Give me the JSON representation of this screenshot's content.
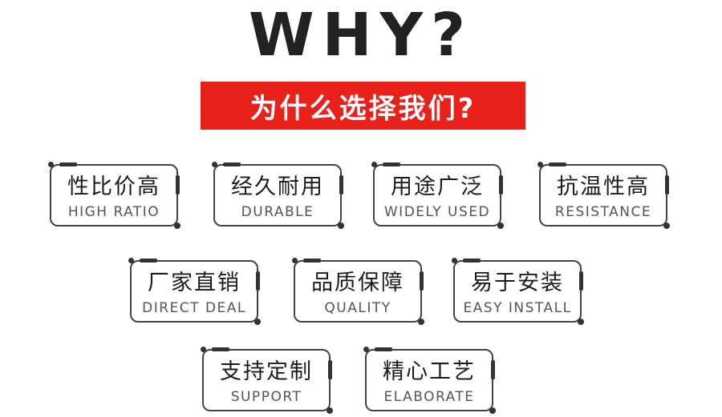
{
  "header": {
    "title": "WHY?",
    "banner": "为什么选择我们?"
  },
  "features": [
    {
      "cn": "性比价高",
      "en": "HIGH RATIO"
    },
    {
      "cn": "经久耐用",
      "en": "DURABLE"
    },
    {
      "cn": "用途广泛",
      "en": "WIDELY USED"
    },
    {
      "cn": "抗温性高",
      "en": "RESISTANCE"
    },
    {
      "cn": "厂家直销",
      "en": "DIRECT DEAL"
    },
    {
      "cn": "品质保障",
      "en": "QUALITY"
    },
    {
      "cn": "易于安装",
      "en": "EASY INSTALL"
    },
    {
      "cn": "支持定制",
      "en": "SUPPORT"
    },
    {
      "cn": "精心工艺",
      "en": "ELABORATE"
    }
  ],
  "colors": {
    "banner_bg": "#e8221b",
    "title": "#222222",
    "card_border": "#444444"
  }
}
